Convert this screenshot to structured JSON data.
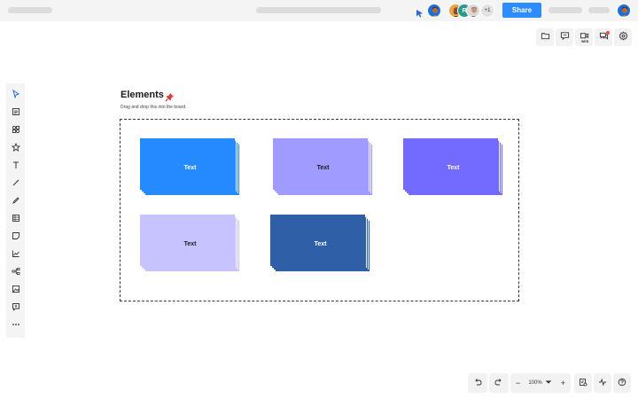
{
  "topbar": {
    "share_label": "Share",
    "collaborators_more": "+1",
    "collaborator_initial": "R"
  },
  "board": {
    "title": "Elements",
    "subtitle": "Drag and drop this into the board.",
    "cards": [
      {
        "label": "Text",
        "color": "#2589ff",
        "text_color": "#ffffff"
      },
      {
        "label": "Text",
        "color": "#a09bff",
        "text_color": "#1a1a1a"
      },
      {
        "label": "Text",
        "color": "#736aff",
        "text_color": "#ffffff"
      },
      {
        "label": "Text",
        "color": "#c7c3ff",
        "text_color": "#1a1a1a"
      },
      {
        "label": "Text",
        "color": "#2f5fa6",
        "text_color": "#ffffff"
      }
    ]
  },
  "bottom_toolbar": {
    "zoom_level": "100%"
  },
  "right_toolbar": {
    "video_badge": "WEB"
  },
  "colors": {
    "accent": "#2d8cff",
    "toolbar_bg": "#f4f4f4"
  }
}
